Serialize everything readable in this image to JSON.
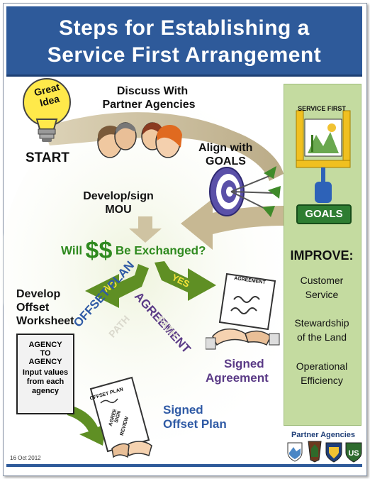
{
  "header": {
    "title_line1": "Steps for Establishing a",
    "title_line2": "Service First Arrangement"
  },
  "bulb": {
    "label": "Great Idea"
  },
  "steps": {
    "start": "START",
    "discuss_line1": "Discuss With",
    "discuss_line2": "Partner Agencies",
    "align_line1": "Align with",
    "align_line2": "GOALS",
    "mou_line1": "Develop/sign",
    "mou_line2": "MOU",
    "question_prefix": "Will",
    "question_money": "$$",
    "question_suffix": "Be Exchanged?",
    "no_label": "NO",
    "yes_label": "YES",
    "offset_line1": "Develop",
    "offset_line2": "Offset",
    "offset_line3": "Worksheet",
    "offset_plan_path": "OFFSET PLAN",
    "agreement_path": "AGREEMENT",
    "path_word": "PATH",
    "signed_agreement_line1": "Signed",
    "signed_agreement_line2": "Agreement",
    "signed_offset_line1": "Signed",
    "signed_offset_line2": "Offset Plan"
  },
  "worksheet_box": {
    "line1": "AGENCY",
    "line2": "TO",
    "line3": "AGENCY",
    "line4": "Input values",
    "line5": "from each",
    "line6": "agency"
  },
  "documents": {
    "agreement_title": "AGREEMENT",
    "offset_title": "OFFSET PLAN",
    "offset_steps": [
      "AGREE",
      "SIGN",
      "REVIEW"
    ]
  },
  "sidebar": {
    "sign_label": "SERVICE FIRST",
    "goals_label": "GOALS",
    "improve_heading": "IMPROVE:",
    "items": [
      {
        "line1": "Customer",
        "line2": "Service"
      },
      {
        "line1": "Stewardship",
        "line2": "of the Land"
      },
      {
        "line1": "Operational",
        "line2": "Efficiency"
      }
    ]
  },
  "footer": {
    "date": "16 Oct 2012",
    "partners_label": "Partner Agencies"
  },
  "colors": {
    "header_blue": "#2e5a9a",
    "sidebar_green": "#c4dba0",
    "question_green": "#2f8a1f",
    "path_purple": "#5a3a86",
    "path_blue": "#2f5aa5"
  }
}
